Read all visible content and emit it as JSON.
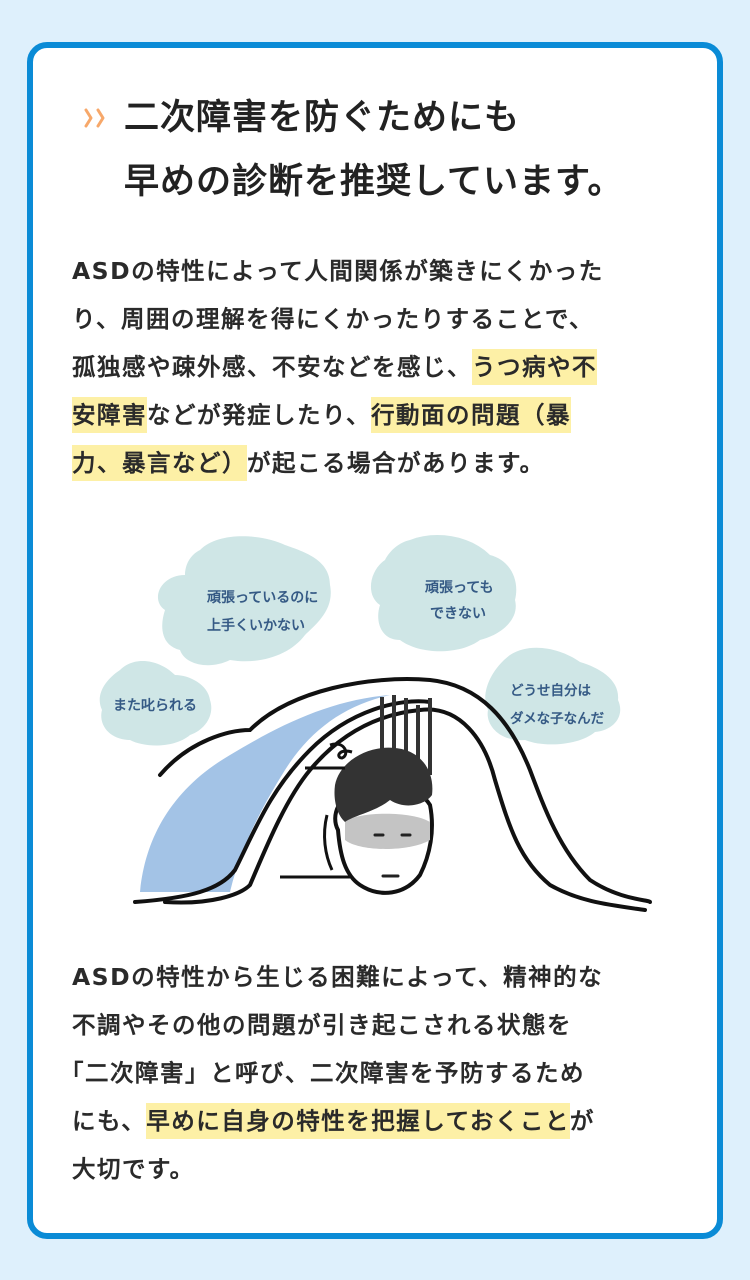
{
  "heading": {
    "icon": "double-chevron-right-icon",
    "line1": "二次障害を防ぐためにも",
    "line2": "早めの診断を推奨しています。"
  },
  "paragraph1": {
    "l1": "ASDの特性によって人間関係が築きにくかった",
    "l2": "り、周囲の理解を得にくかったりすることで、",
    "l3a": "孤独感や疎外感、不安などを感じ、",
    "l3b": "うつ病や不",
    "l4a": "安障害",
    "l4b": "などが発症したり、",
    "l4c": "行動面の問題（暴",
    "l5a": "力、暴言など）",
    "l5b": "が起こる場合があります。"
  },
  "illustration": {
    "bubbles": [
      {
        "line1": "頑張っているのに",
        "line2": "上手くいかない"
      },
      {
        "line1": "頑張っても",
        "line2": "できない"
      },
      {
        "line1": "また叱られる"
      },
      {
        "line1": "どうせ自分は",
        "line2": "ダメな子なんだ"
      }
    ]
  },
  "paragraph2": {
    "l1": "ASDの特性から生じる困難によって、精神的な",
    "l2": "不調やその他の問題が引き起こされる状態を",
    "l3": "「二次障害」と呼び、二次障害を予防するため",
    "l4a": "にも、",
    "l4b": "早めに自身の特性を把握しておくこと",
    "l4c": "が",
    "l5": "大切です。"
  },
  "colors": {
    "background": "#def0fc",
    "card_border": "#0a8bd6",
    "accent_chevron": "#f7a86a",
    "highlight": "#fdf0a6",
    "text": "#222222",
    "bubble": "#cfe6e6",
    "bubble_text": "#355a85",
    "blanket": "#a3c3e6",
    "hair": "#333333",
    "skin_shadow": "#c4c4c4"
  }
}
